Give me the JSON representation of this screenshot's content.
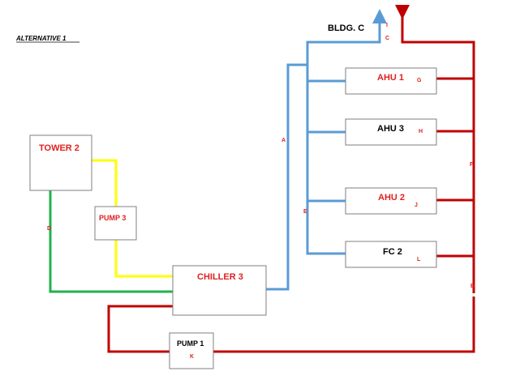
{
  "title": "ALTERNATIVE 1",
  "building_label": "BLDG. C",
  "colors": {
    "supply": "#5b9bd5",
    "return": "#c00000",
    "condenser_supply": "#ffff00",
    "condenser_return": "#22b14c",
    "red_text": "#e02020",
    "black_text": "#000000"
  },
  "components": {
    "tower": {
      "label": "TOWER 2"
    },
    "pump3": {
      "label": "PUMP 3"
    },
    "chiller": {
      "label": "CHILLER 3"
    },
    "pump1": {
      "label": "PUMP 1",
      "tag": "K"
    },
    "ahu1": {
      "label": "AHU 1",
      "tag": "G"
    },
    "ahu3": {
      "label": "AHU 3",
      "tag": "H"
    },
    "ahu2": {
      "label": "AHU 2",
      "tag": "J"
    },
    "fc2": {
      "label": "FC 2",
      "tag": "L"
    }
  },
  "pipe_labels": {
    "a": "A",
    "b": "B",
    "c": "C",
    "d": "D",
    "e": "E",
    "f": "F",
    "i": "I"
  }
}
